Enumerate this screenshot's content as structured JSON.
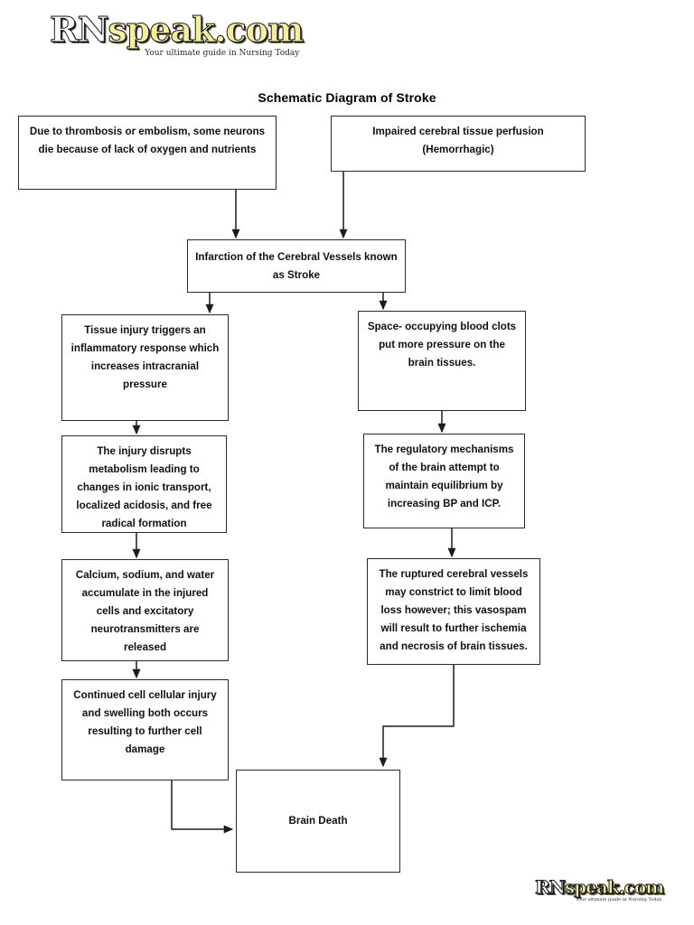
{
  "page": {
    "title": "Schematic Diagram of Stroke"
  },
  "logo": {
    "part1": "RN",
    "part2": "speak.com",
    "tagline": "Your ultimate guide in Nursing Today"
  },
  "nodes": {
    "thrombosis": "Due to thrombosis or embolism, some neurons die because of lack of oxygen and nutrients",
    "hemorrhagic": "Impaired cerebral tissue perfusion (Hemorrhagic)",
    "infarction": "Infarction of the Cerebral Vessels known as Stroke",
    "tissue_injury": "Tissue injury triggers an inflammatory response which increases intracranial pressure",
    "space_clots": "Space- occupying blood clots put more pressure on the brain tissues.",
    "injury_disrupts": "The injury disrupts metabolism leading to changes in ionic transport, localized acidosis, and free radical formation",
    "regulatory": "The regulatory mechanisms of the brain attempt to maintain equilibrium by increasing BP and ICP.",
    "calcium": "Calcium, sodium, and water accumulate in the injured cells and excitatory neurotransmitters are released",
    "ruptured": "The ruptured cerebral vessels may constrict to limit blood loss however; this vasospam will result to further ischemia and necrosis of brain tissues.",
    "continued": "Continued cell cellular injury and swelling both occurs resulting to further cell damage",
    "brain_death": "Brain Death"
  },
  "flow": {
    "edges": [
      {
        "from": "thrombosis",
        "to": "infarction"
      },
      {
        "from": "hemorrhagic",
        "to": "infarction"
      },
      {
        "from": "infarction",
        "to": "tissue_injury"
      },
      {
        "from": "infarction",
        "to": "space_clots"
      },
      {
        "from": "tissue_injury",
        "to": "injury_disrupts"
      },
      {
        "from": "injury_disrupts",
        "to": "calcium"
      },
      {
        "from": "calcium",
        "to": "continued"
      },
      {
        "from": "space_clots",
        "to": "regulatory"
      },
      {
        "from": "regulatory",
        "to": "ruptured"
      },
      {
        "from": "continued",
        "to": "brain_death"
      },
      {
        "from": "ruptured",
        "to": "brain_death"
      }
    ]
  },
  "colors": {
    "border": "#2a2a2a",
    "text": "#111111",
    "logo_accent": "#f5eda0",
    "background": "#ffffff"
  }
}
